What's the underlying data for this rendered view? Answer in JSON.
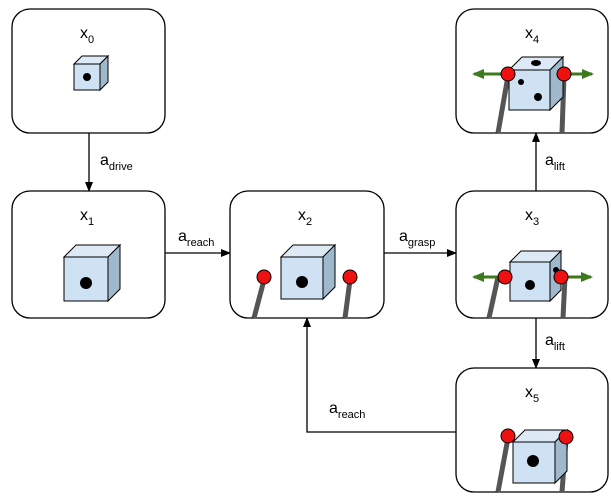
{
  "states": [
    {
      "id": "x0",
      "base": "x",
      "sub": "0"
    },
    {
      "id": "x1",
      "base": "x",
      "sub": "1"
    },
    {
      "id": "x2",
      "base": "x",
      "sub": "2"
    },
    {
      "id": "x3",
      "base": "x",
      "sub": "3"
    },
    {
      "id": "x4",
      "base": "x",
      "sub": "4"
    },
    {
      "id": "x5",
      "base": "x",
      "sub": "5"
    }
  ],
  "actions": [
    {
      "from": "x0",
      "to": "x1",
      "base": "a",
      "sub": "drive"
    },
    {
      "from": "x1",
      "to": "x2",
      "base": "a",
      "sub": "reach"
    },
    {
      "from": "x2",
      "to": "x3",
      "base": "a",
      "sub": "grasp"
    },
    {
      "from": "x3",
      "to": "x4",
      "base": "a",
      "sub": "lift"
    },
    {
      "from": "x3",
      "to": "x5",
      "base": "a",
      "sub": "lift"
    },
    {
      "from": "x5",
      "to": "x2",
      "base": "a",
      "sub": "reach"
    }
  ],
  "colors": {
    "cube_face": "#cfe2f3",
    "cube_side": "#9fb8cc",
    "cube_top": "#dde9f5",
    "gripper_tip": "#ee1111",
    "gripper_arm": "#555555",
    "arrow_green": "#3d7a1e",
    "edge": "#000000"
  }
}
